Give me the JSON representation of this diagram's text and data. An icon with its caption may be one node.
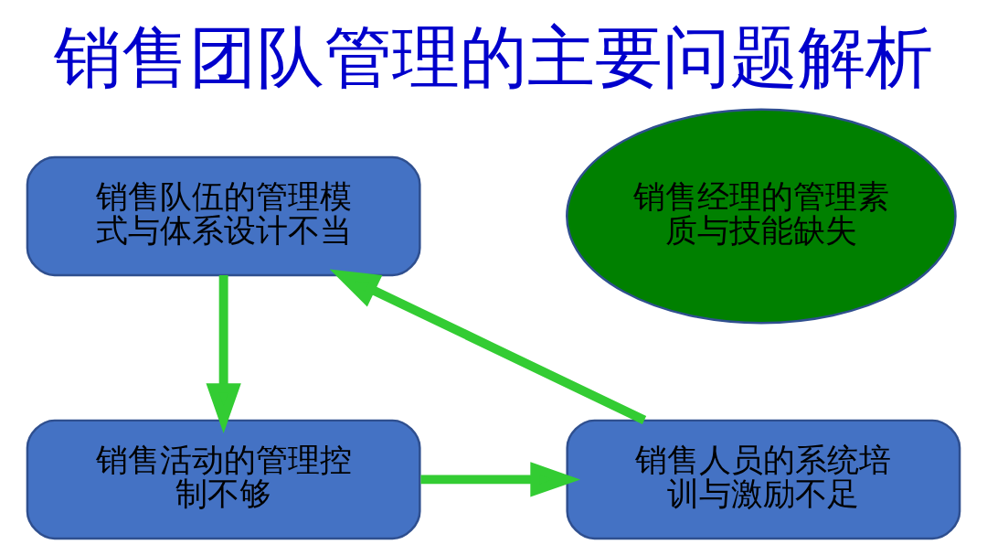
{
  "diagram": {
    "title": "销售团队管理的主要问题解析",
    "nodes": [
      {
        "text": [
          "销售队伍的管理模式与体系设计不当"
        ]
      },
      {
        "text": [
          "销售经理的管理素质与技能缺失"
        ]
      },
      {
        "text": [
          "销售活动的管理控制不够"
        ]
      },
      {
        "text": [
          "销售人员的系统培训与激励不足"
        ]
      }
    ],
    "edges": [
      {
        "from": 0,
        "to": 2,
        "arrow": "to"
      },
      {
        "from": 2,
        "to": 3,
        "arrow": "to"
      },
      {
        "from": 3,
        "to": 0,
        "arrow": "to"
      }
    ]
  }
}
